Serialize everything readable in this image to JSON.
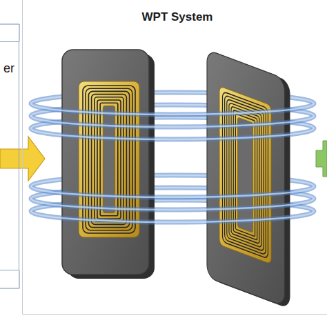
{
  "diagram": {
    "nodes": [
      {
        "text": [
          "er"
        ]
      },
      {
        "text": [
          "WPT System"
        ]
      }
    ],
    "edges": [
      {
        "from": 0,
        "to": 1,
        "arrow": "to"
      }
    ]
  }
}
